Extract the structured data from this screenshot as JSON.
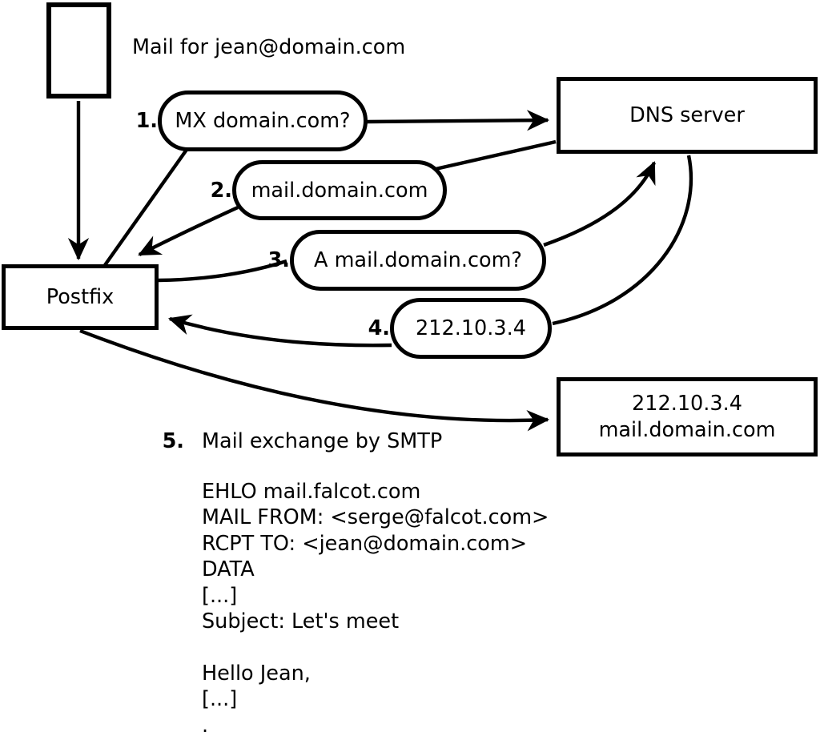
{
  "title": "Mail for jean@domain.com",
  "colors": {
    "ink": "#000000",
    "background": "#ffffff"
  },
  "nodes": {
    "postfix": {
      "label": "Postfix"
    },
    "dns": {
      "label": "DNS server"
    },
    "mailserver": {
      "line1": "212.10.3.4",
      "line2": "mail.domain.com"
    }
  },
  "steps": [
    {
      "num": "1.",
      "label": "MX domain.com?"
    },
    {
      "num": "2.",
      "label": "mail.domain.com"
    },
    {
      "num": "3.",
      "label": "A mail.domain.com?"
    },
    {
      "num": "4.",
      "label": "212.10.3.4"
    },
    {
      "num": "5.",
      "label": "Mail exchange by SMTP"
    }
  ],
  "smtp": {
    "lines": [
      "EHLO mail.falcot.com",
      "MAIL FROM: <serge@falcot.com>",
      "RCPT TO: <jean@domain.com>",
      "DATA",
      "[...]",
      "Subject: Let's meet",
      "",
      "Hello Jean,",
      "[...]",
      "."
    ]
  }
}
